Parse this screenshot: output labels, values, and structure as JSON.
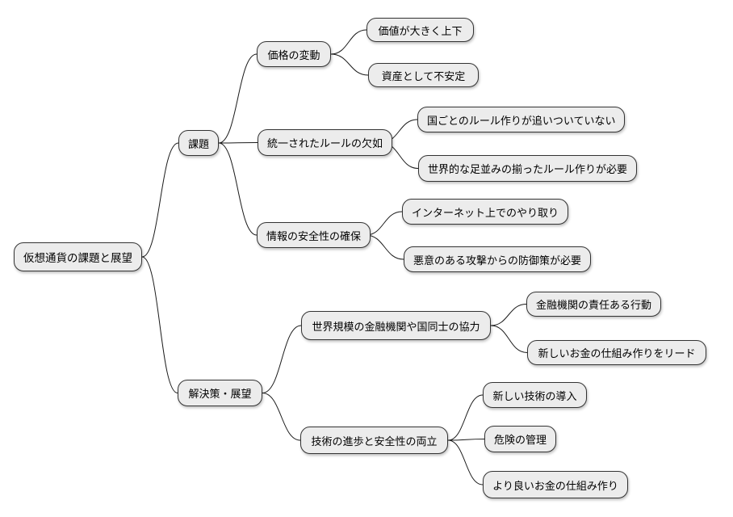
{
  "diagram": {
    "type": "mindmap",
    "title": "仮想通貨の課題と展望",
    "colors": {
      "node_fill": "#ececec",
      "node_border": "#333333",
      "edge": "#1a1a1a",
      "background": "#ffffff",
      "text": "#000000"
    },
    "root": {
      "label": "仮想通貨の課題と展望",
      "children": [
        {
          "label": "課題",
          "children": [
            {
              "label": "価格の変動",
              "children": [
                {
                  "label": "価値が大きく上下"
                },
                {
                  "label": "資産として不安定"
                }
              ]
            },
            {
              "label": "統一されたルールの欠如",
              "children": [
                {
                  "label": "国ごとのルール作りが追いついていない"
                },
                {
                  "label": "世界的な足並みの揃ったルール作りが必要"
                }
              ]
            },
            {
              "label": "情報の安全性の確保",
              "children": [
                {
                  "label": "インターネット上でのやり取り"
                },
                {
                  "label": "悪意のある攻撃からの防御策が必要"
                }
              ]
            }
          ]
        },
        {
          "label": "解決策・展望",
          "children": [
            {
              "label": "世界規模の金融機関や国同士の協力",
              "children": [
                {
                  "label": "金融機関の責任ある行動"
                },
                {
                  "label": "新しいお金の仕組み作りをリード"
                }
              ]
            },
            {
              "label": "技術の進歩と安全性の両立",
              "children": [
                {
                  "label": "新しい技術の導入"
                },
                {
                  "label": "危険の管理"
                },
                {
                  "label": "より良いお金の仕組み作り"
                }
              ]
            }
          ]
        }
      ]
    }
  }
}
